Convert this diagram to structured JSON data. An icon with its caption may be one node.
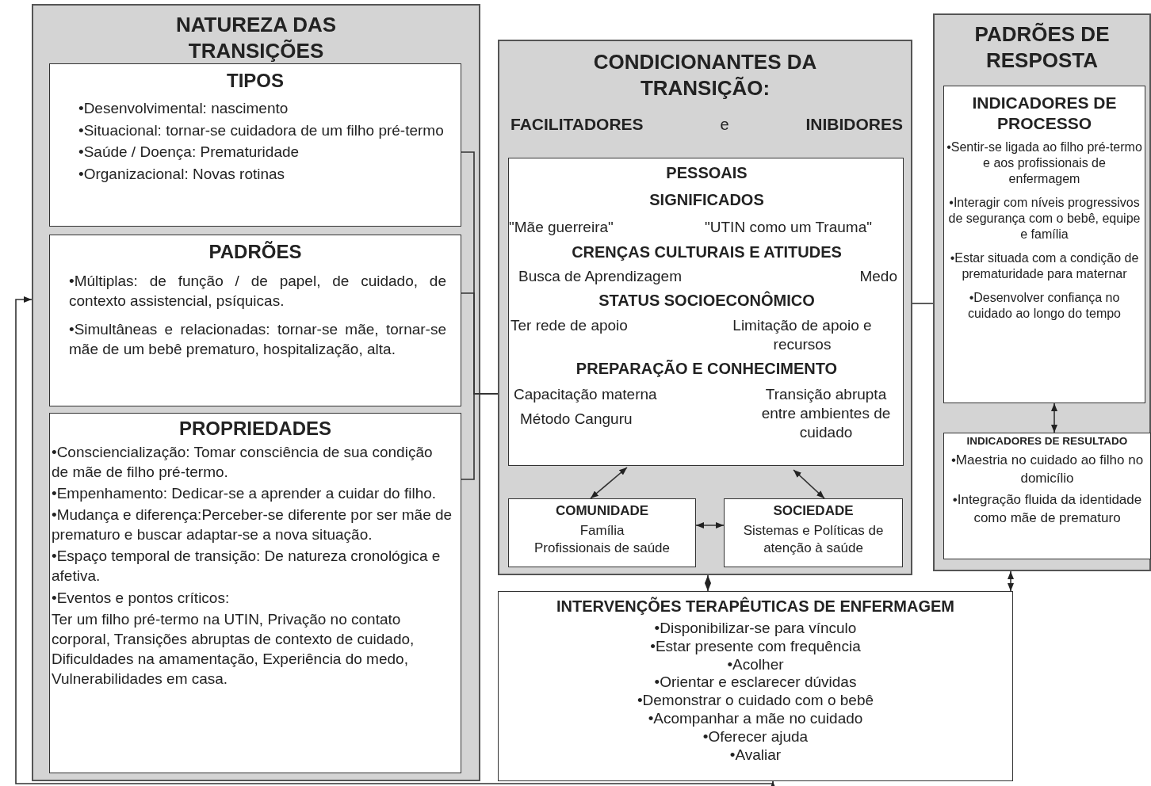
{
  "diagram": {
    "nodes": [
      {
        "text": [
          "NATUREZA DAS TRANSIÇÕES"
        ]
      },
      {
        "text": [
          "TIPOS",
          "•Desenvolvimental: nascimento",
          "•Situacional: tornar-se cuidadora de um filho pré-termo",
          "•Saúde / Doença: Prematuridade",
          "•Organizacional: Novas rotinas"
        ],
        "in": 0
      },
      {
        "text": [
          "PADRÕES",
          "•Múltiplas: de função / de papel, de cuidado, de contexto assistencial, psíquicas.",
          "•Simultâneas e relacionadas: tornar-se mãe, tornar-se mãe de um bebê prematuro, hospitalização, alta."
        ],
        "in": 0
      },
      {
        "text": [
          "PROPRIEDADES",
          "•Consciencialização: Tomar consciência de sua condição de mãe de filho pré-termo.",
          "•Empenhamento: Dedicar-se a aprender a cuidar do filho.",
          "•Mudança e diferença:Perceber-se diferente por ser mãe de prematuro e buscar adaptar-se a nova situação.",
          "•Espaço temporal de transição: De natureza cronológica e afetiva.",
          "•Eventos e pontos críticos:",
          "Ter um filho pré-termo na UTIN, Privação no contato corporal, Transições abruptas de contexto de cuidado, Dificuldades na amamentação, Experiência do medo, Vulnerabilidades em casa."
        ],
        "in": 0
      },
      {
        "text": [
          "CONDICIONANTES DA TRANSIÇÃO:",
          "FACILITADORES",
          "e",
          "INIBIDORES"
        ]
      },
      {
        "text": [
          "PESSOAIS",
          "SIGNIFICADOS",
          "\"Mãe guerreira\"",
          "\"UTIN como um Trauma\"",
          "CRENÇAS CULTURAIS E ATITUDES",
          "Busca de Aprendizagem",
          "Medo",
          "STATUS SOCIOECONÔMICO",
          "Ter rede de apoio",
          "Limitação de apoio e recursos",
          "PREPARAÇÃO E CONHECIMENTO",
          "Capacitação materna",
          "Método Canguru",
          "Transição abrupta entre ambientes de cuidado"
        ],
        "in": 4
      },
      {
        "text": [
          "COMUNIDADE",
          "Família",
          "Profissionais de saúde"
        ],
        "in": 4
      },
      {
        "text": [
          "SOCIEDADE",
          "Sistemas e Políticas de atenção à saúde"
        ],
        "in": 4
      },
      {
        "text": [
          "PADRÕES DE RESPOSTA"
        ]
      },
      {
        "text": [
          "INDICADORES DE PROCESSO",
          "•Sentir-se ligada ao filho pré-termo e aos profissionais de enfermagem",
          "•Interagir com níveis progressivos de segurança com o bebê, equipe e família",
          "•Estar situada com a condição de prematuridade para maternar",
          "•Desenvolver confiança no cuidado ao longo do tempo"
        ],
        "in": 8
      },
      {
        "text": [
          "INDICADORES DE RESULTADO",
          "•Maestria no cuidado ao filho no domicílio",
          "•Integração fluida da identidade como mãe de prematuro"
        ],
        "in": 8
      },
      {
        "text": [
          "INTERVENÇÕES TERAPÊUTICAS DE ENFERMAGEM",
          "•Disponibilizar-se para vínculo",
          "•Estar presente com frequência",
          "•Acolher",
          "•Orientar e esclarecer dúvidas",
          "•Demonstrar o cuidado com o bebê",
          "•Acompanhar a mãe no cuidado",
          "•Oferecer ajuda",
          "•Avaliar"
        ]
      }
    ],
    "edges": [
      {
        "from": 1,
        "to": 4,
        "arrow": "none"
      },
      {
        "from": 2,
        "to": 4,
        "arrow": "none"
      },
      {
        "from": 3,
        "to": 4,
        "arrow": "none"
      },
      {
        "from": 4,
        "to": 8,
        "arrow": "none"
      },
      {
        "from": 5,
        "to": 6,
        "arrow": "both"
      },
      {
        "from": 5,
        "to": 7,
        "arrow": "both"
      },
      {
        "from": 6,
        "to": 7,
        "arrow": "both"
      },
      {
        "from": 4,
        "to": 11,
        "arrow": "both"
      },
      {
        "from": 8,
        "to": 11,
        "arrow": "both"
      },
      {
        "from": 9,
        "to": 10,
        "arrow": "both"
      },
      {
        "from": 11,
        "to": 0,
        "arrow": "both"
      }
    ]
  }
}
